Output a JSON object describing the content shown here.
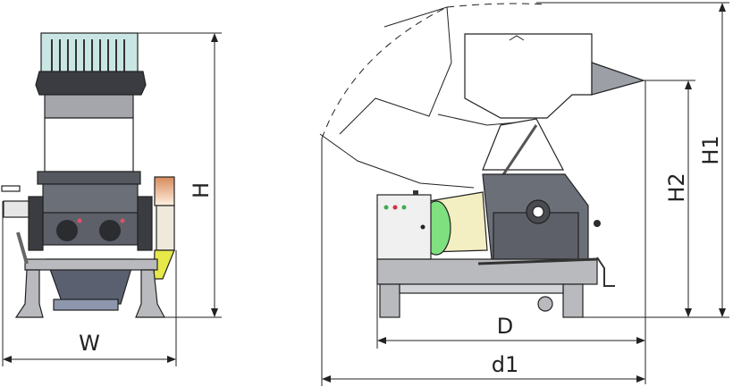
{
  "dimensions": {
    "width_label": "W",
    "height_label": "H",
    "depth_label": "D",
    "overall_depth_label": "d1",
    "outlet_height_label": "H2",
    "overall_height_label": "H1"
  },
  "colors": {
    "steel": "#6b6f78",
    "frame": "#b9babd",
    "hopper_glass": "#c9e6e4",
    "motor": "#7ee07e",
    "belt_guard": "#f3efc2",
    "pulley_guard": "#e7e84a",
    "indicator": "#e0506a"
  }
}
